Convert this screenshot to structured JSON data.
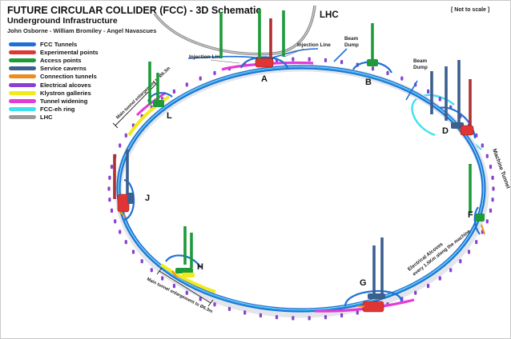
{
  "header": {
    "title": "FUTURE CIRCULAR COLLIDER (FCC) - 3D Schematic",
    "subtitle": "Underground Infrastructure",
    "authors": "John Osborne - William Bromiley - Angel Navascues",
    "scale_note": "[ Not to scale ]"
  },
  "legend": [
    {
      "label": "FCC Tunnels",
      "color": "#1f6fd6"
    },
    {
      "label": "Experimental points",
      "color": "#e03535"
    },
    {
      "label": "Access points",
      "color": "#1e9a3a"
    },
    {
      "label": "Service caverns",
      "color": "#3b5f8f"
    },
    {
      "label": "Connection tunnels",
      "color": "#f08a1c"
    },
    {
      "label": "Electrical alcoves",
      "color": "#8a3fd1"
    },
    {
      "label": "Klystron galleries",
      "color": "#f2ea1a"
    },
    {
      "label": "Tunnel widening",
      "color": "#e43bd6"
    },
    {
      "label": "FCC-eh ring",
      "color": "#3fe0f0"
    },
    {
      "label": "LHC",
      "color": "#9a9a9a"
    }
  ],
  "points": [
    {
      "label": "A"
    },
    {
      "label": "B"
    },
    {
      "label": "D"
    },
    {
      "label": "F"
    },
    {
      "label": "G"
    },
    {
      "label": "H"
    },
    {
      "label": "J"
    },
    {
      "label": "L"
    }
  ],
  "annotations": {
    "lhc": "LHC",
    "injection_left": "Injection Line",
    "injection_right": "Injection Line",
    "beam_dump_1_line1": "Beam",
    "beam_dump_1_line2": "Dump",
    "beam_dump_2_line1": "Beam",
    "beam_dump_2_line2": "Dump",
    "machine_tunnel": "Machine Tunnel",
    "alcoves_line1": "Electrical Alcoves",
    "alcoves_line2": "every 1.5Km along the machine",
    "enlargement_l": "Main tunnel enlargement to Ø6.3m",
    "enlargement_h": "Main tunnel enlargement to Ø6.3m"
  }
}
